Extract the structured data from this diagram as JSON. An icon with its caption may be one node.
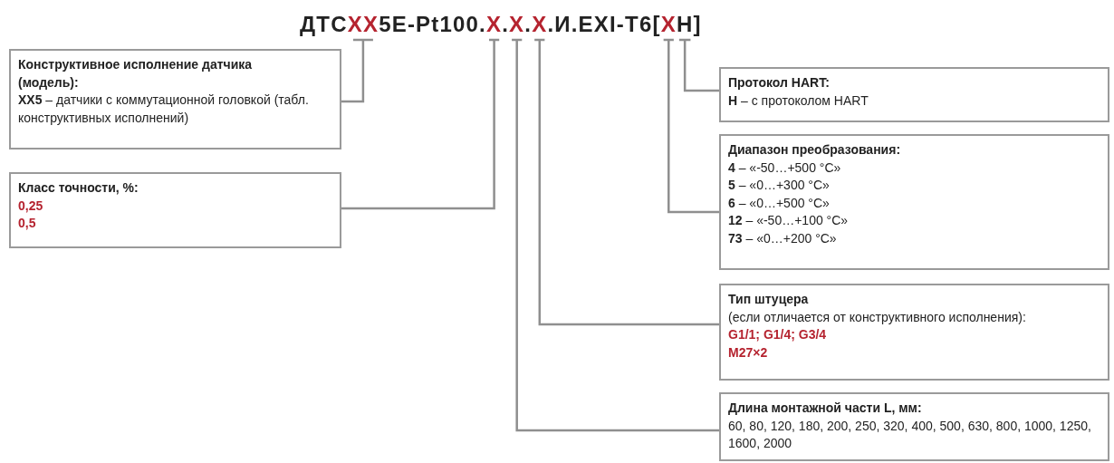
{
  "diagram": {
    "nodes": [
      {
        "text": [
          "XX"
        ]
      },
      {
        "text": [
          "X"
        ]
      },
      {
        "text": [
          "X"
        ]
      },
      {
        "text": [
          "X"
        ]
      },
      {
        "text": [
          "X"
        ]
      },
      {
        "text": [
          "H"
        ]
      },
      {
        "text": [
          "Конструктивное исполнение датчика (модель):",
          "**XX5** – датчики с коммутационной головкой (табл. конструктивных исполнений)"
        ]
      },
      {
        "text": [
          "Протокол HART:",
          "**H** – с протоколом HART"
        ]
      },
      {
        "text": [
          "Класс точности, %:",
          "0,25",
          "0,5"
        ]
      },
      {
        "text": [
          "Диапазон преобразования:",
          "**4** – «-50…+500 °C»",
          "**5** – «0…+300 °C»",
          "**6** – «0…+500 °C»",
          "**12** – «-50…+100 °C»",
          "**73** – «0…+200 °C»"
        ]
      },
      {
        "text": [
          "Тип штуцера",
          "(если отличается от конструктивного исполнения):",
          "G1/1; G1/4; G3/4",
          "M27×2"
        ]
      },
      {
        "text": [
          "Длина монтажной части L, мм:",
          "60, 80, 120, 180, 200, 250, 320, 400, 500, 630, 800, 1000, 1250, 1600, 2000"
        ]
      }
    ],
    "edges": [
      {
        "from": 0,
        "to": 6,
        "arrow": "none"
      },
      {
        "from": 1,
        "to": 8,
        "arrow": "none"
      },
      {
        "from": 2,
        "to": 11,
        "arrow": "none"
      },
      {
        "from": 3,
        "to": 10,
        "arrow": "none"
      },
      {
        "from": 4,
        "to": 9,
        "arrow": "none"
      },
      {
        "from": 5,
        "to": 7,
        "arrow": "none"
      }
    ],
    "labels": [
      "ДТС",
      "5E-Pt100.",
      ".",
      ".",
      ".И.EXI-T6[",
      "]"
    ]
  }
}
